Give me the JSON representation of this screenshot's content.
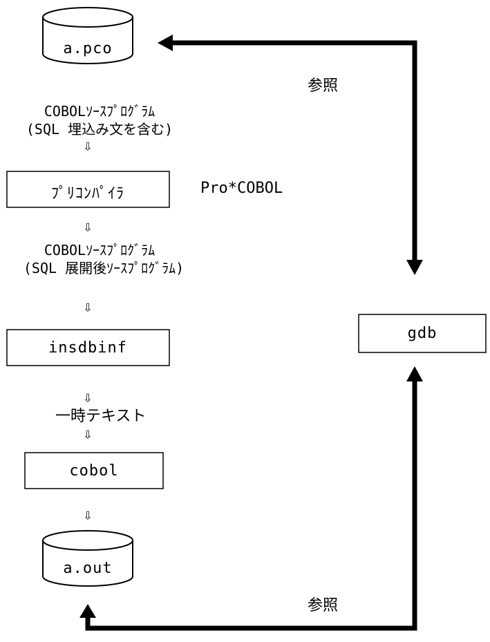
{
  "nodes": {
    "source_db": "a.pco",
    "precompiler": "ﾌﾟﾘｺﾝﾊﾟｲﾗ",
    "insdbinf": "insdbinf",
    "cobol": "cobol",
    "output_db": "a.out",
    "gdb": "gdb"
  },
  "captions": {
    "source_line1": "COBOLｿｰｽﾌﾟﾛｸﾞﾗﾑ",
    "source_line2": "(SQL 埋込み文を含む)",
    "precompiler_side": "Pro*COBOL",
    "expanded_line1": "COBOLｿｰｽﾌﾟﾛｸﾞﾗﾑ",
    "expanded_line2": "(SQL 展開後ｿｰｽﾌﾟﾛｸﾞﾗﾑ)",
    "temp_text": "一時テキスト"
  },
  "edges": {
    "ref_top": "参照",
    "ref_bottom": "参照"
  },
  "symbols": {
    "down_arrow": "⇩"
  },
  "colors": {
    "line": "#000000",
    "background": "#ffffff"
  }
}
